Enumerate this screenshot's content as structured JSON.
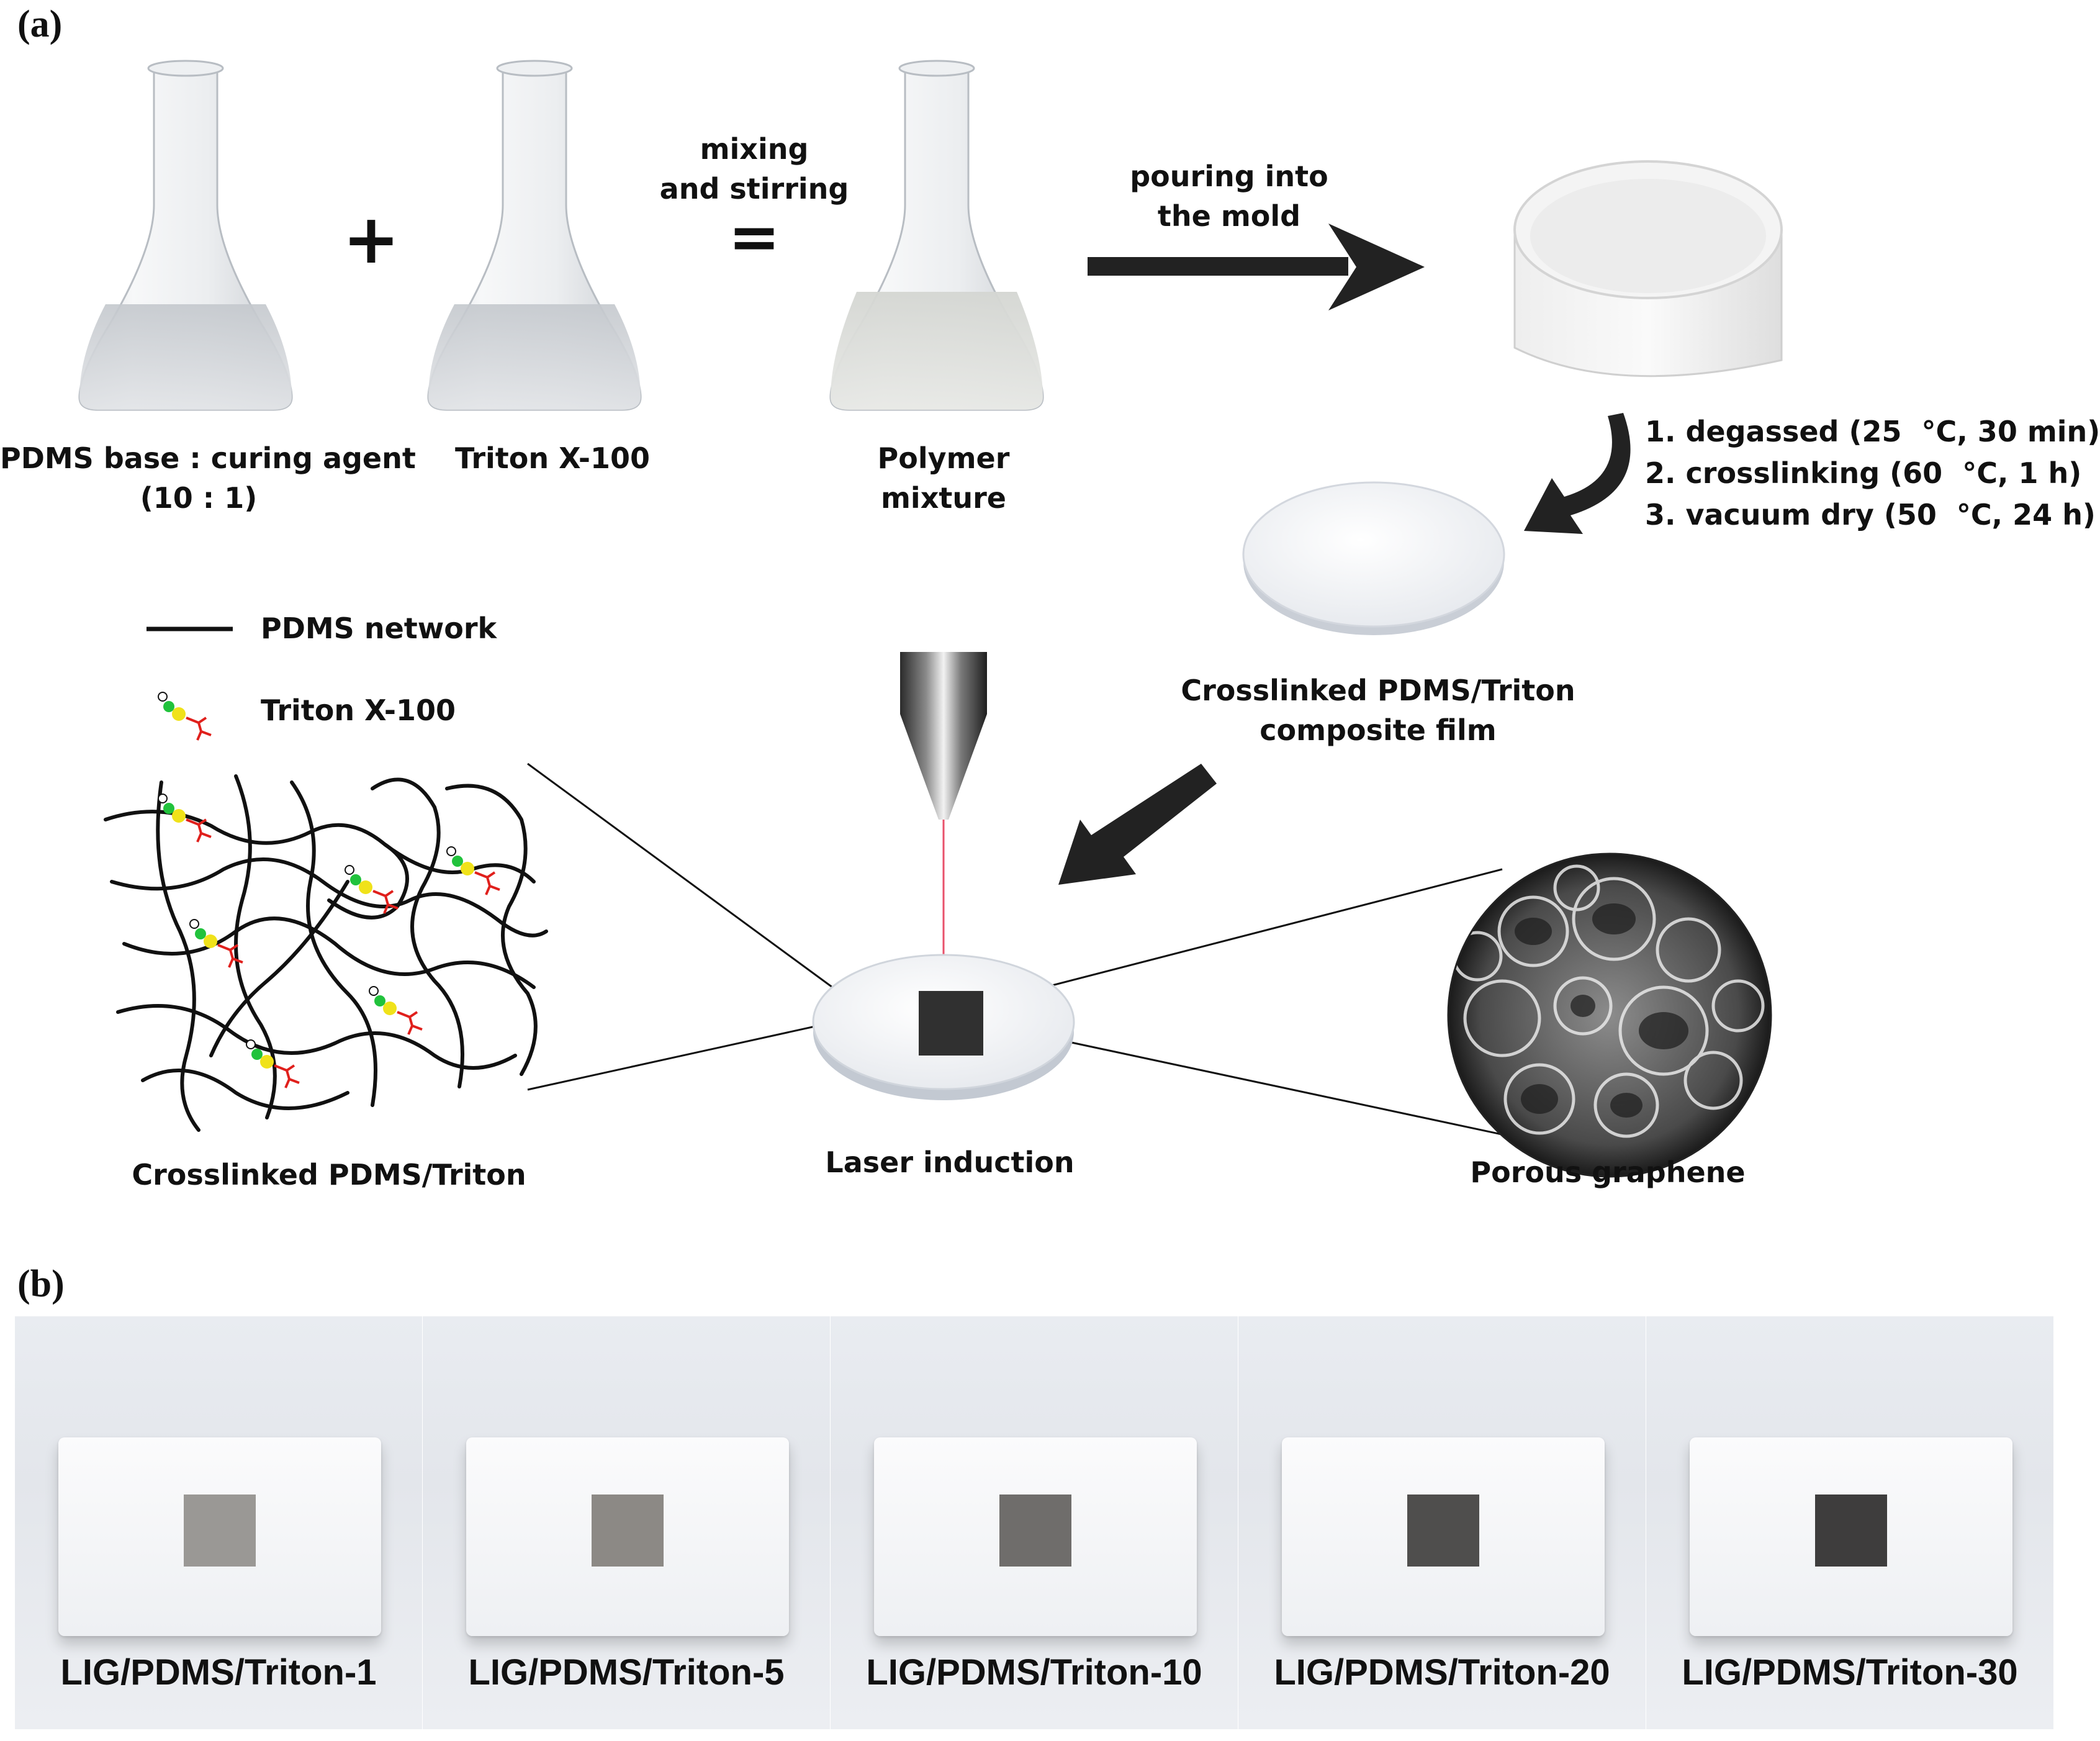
{
  "panel_a": {
    "label": "(a)",
    "flask1_label": "PDMS base : curing agent\n(10 : 1)",
    "plus": "+",
    "flask2_label": "Triton X-100",
    "mix_label": "mixing\nand stirring",
    "equals": "=",
    "flask3_label": "Polymer\nmixture",
    "pour_label": "pouring into\nthe mold",
    "steps": [
      "1. degassed (25  °C, 30 min)",
      "2. crosslinking (60  °C, 1 h)",
      "3. vacuum dry (50  °C, 24 h)"
    ],
    "film_label": "Crosslinked PDMS/Triton\ncomposite film",
    "legend": {
      "network": "PDMS network",
      "triton": "Triton X-100"
    },
    "network_label": "Crosslinked PDMS/Triton",
    "laser_label": "Laser induction",
    "graphene_label": "Porous graphene",
    "colors": {
      "arrow": "#222222",
      "laser": "#e8506a",
      "head_green": "#21c23c",
      "head_yellow": "#f0e21a",
      "tail_red": "#e0201c"
    }
  },
  "panel_b": {
    "label": "(b)",
    "samples": [
      {
        "name": "LIG/PDMS/Triton-1",
        "color": "#9a9895"
      },
      {
        "name": "LIG/PDMS/Triton-5",
        "color": "#8c8985"
      },
      {
        "name": "LIG/PDMS/Triton-10",
        "color": "#6f6d6b"
      },
      {
        "name": "LIG/PDMS/Triton-20",
        "color": "#4f4e4d"
      },
      {
        "name": "LIG/PDMS/Triton-30",
        "color": "#3e3d3d"
      }
    ]
  }
}
